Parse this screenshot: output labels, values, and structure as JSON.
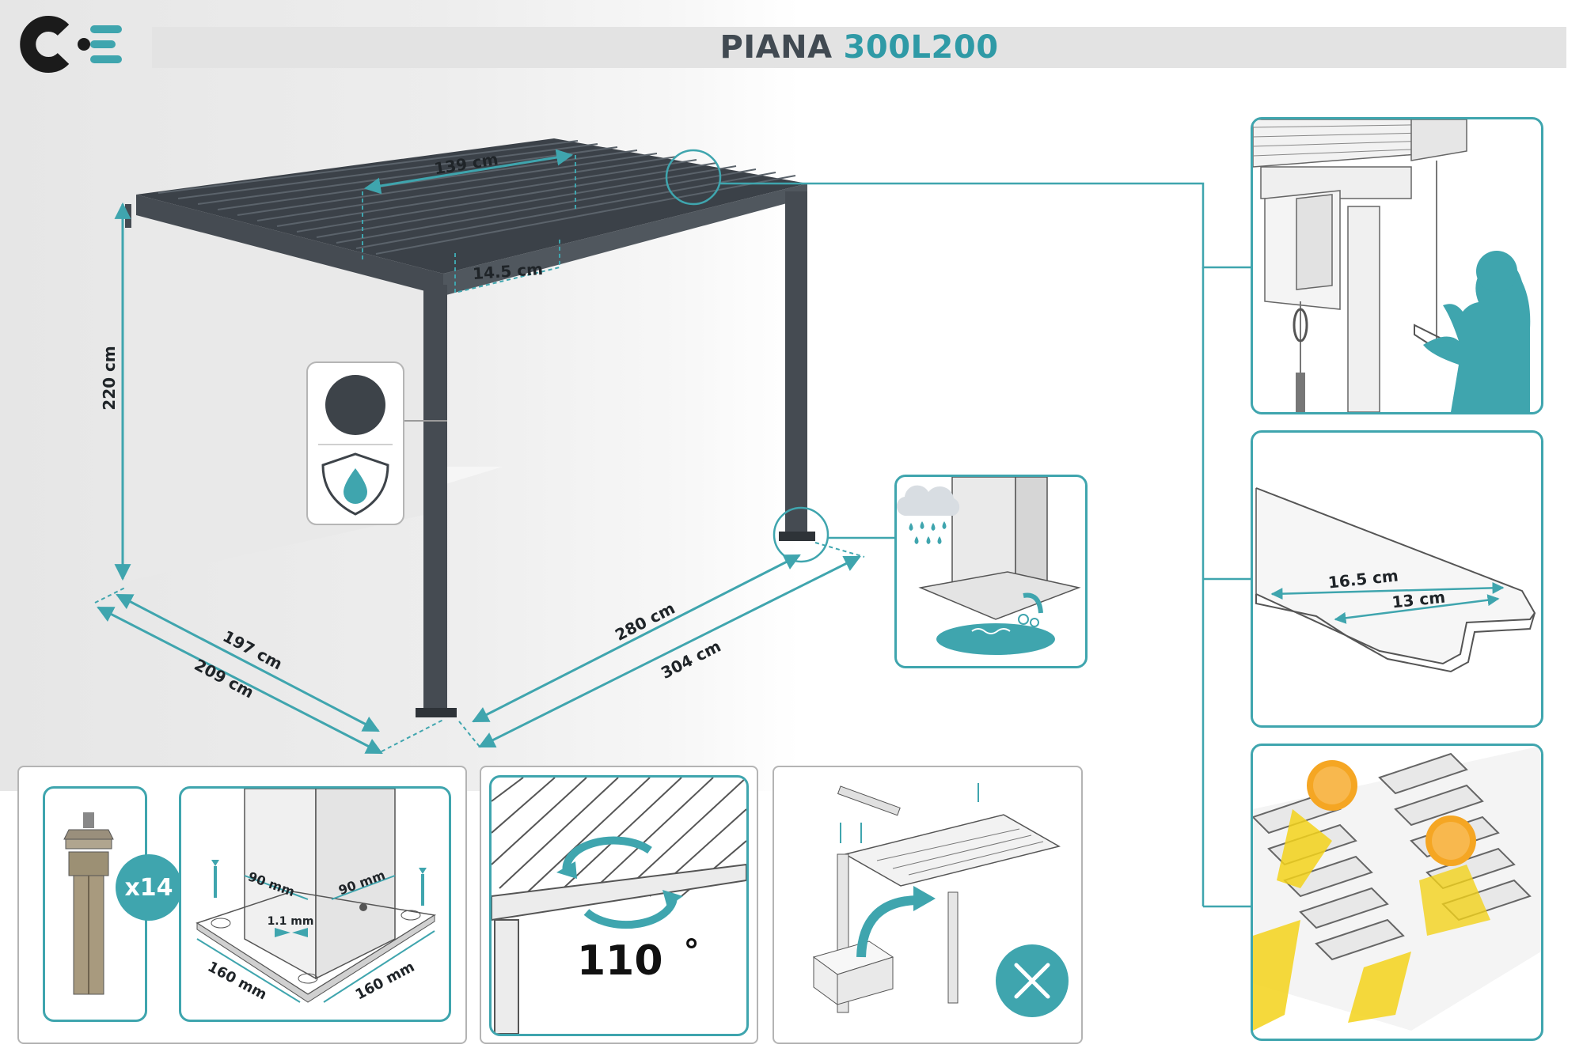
{
  "header": {
    "title_part1": "PIANA",
    "title_part2": "300L200",
    "logo_icon": "ce-logo-icon"
  },
  "colors": {
    "accent": "#3fa5ae",
    "frame": "#454b52",
    "title_dark": "#414a52",
    "title_accent": "#2f9aa6",
    "sun": "#f5a623",
    "light": "#f3d21a"
  },
  "main_dimensions": {
    "slat_length": "139 cm",
    "slat_width": "14.5 cm",
    "height": "220 cm",
    "depth_inner": "197 cm",
    "depth_outer": "209 cm",
    "width_inner": "280 cm",
    "width_outer": "304 cm"
  },
  "features": {
    "color_swatch": "anthracite-color-swatch",
    "waterproof_icon": "water-shield-icon",
    "drainage_icon": "rain-drainage-icon"
  },
  "detail_panels": {
    "slat_profile": {
      "outer_width": "16.5 cm",
      "inner_width": "13 cm"
    }
  },
  "bottom_panels": {
    "anchor_bolts": {
      "quantity": "x14"
    },
    "base_plate": {
      "side_a": "90 mm",
      "side_b": "90 mm",
      "thickness": "1.1 mm",
      "plate_a": "160 mm",
      "plate_b": "160 mm"
    },
    "rotation": {
      "angle": "110",
      "degree_symbol": "°"
    },
    "assembly": {
      "tool_icon": "wrench-screwdriver-icon"
    }
  }
}
